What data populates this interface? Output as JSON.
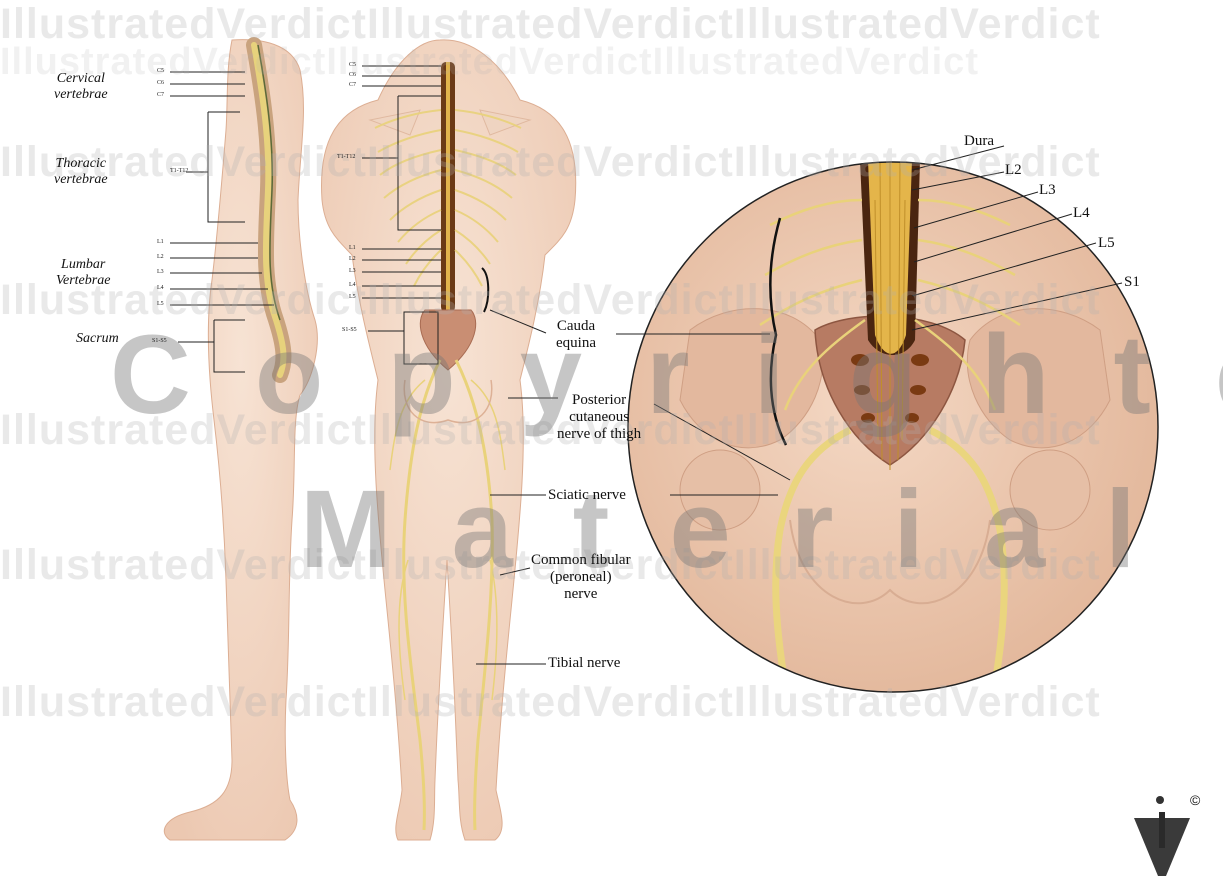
{
  "watermark": {
    "rows": [
      "IllustratedVerdictIllustratedVerdictIllustratedVerdict",
      "IllustratedVerdictIllustratedVerdictIllustratedVerdict",
      "IllustratedVerdictIllustratedVerdictIllustratedVerdict",
      "IllustratedVerdictIllustratedVerdictIllustratedVerdict",
      "IllustratedVerdictIllustratedVerdictIllustratedVerdict",
      "IllustratedVerdictIllustratedVerdictIllustratedVerdict",
      "IllustratedVerdictIllustratedVerdictIllustratedVerdict"
    ],
    "copyrighted": "Copyrighted",
    "material": "Material"
  },
  "side_view": {
    "cervical": "Cervical\nvertebrae",
    "thoracic": "Thoracic\nvertebrae",
    "lumbar": "Lumbar\nVertebrae",
    "sacrum": "Sacrum",
    "levels": {
      "c5": "C5",
      "c6": "C6",
      "c7": "C7",
      "t1t12": "T1-T12",
      "l1": "L1",
      "l2": "L2",
      "l3": "L3",
      "l4": "L4",
      "l5": "L5",
      "s1s5": "S1-S5"
    }
  },
  "back_view": {
    "levels": {
      "c5": "C5",
      "c6": "C6",
      "c7": "C7",
      "t1t12": "T1-T12",
      "l1": "L1",
      "l2": "L2",
      "l3": "L3",
      "l4": "L4",
      "l5": "L5",
      "s1s5": "S1-S5"
    },
    "cauda_equina": "Cauda\nequina",
    "posterior_cutaneous": "Posterior\ncutaneous\nnerve of thigh",
    "sciatic": "Sciatic nerve",
    "common_fibular": "Common fibular\n(peroneal)\nnerve",
    "tibial": "Tibial nerve"
  },
  "detail": {
    "dura": "Dura",
    "l2": "L2",
    "l3": "L3",
    "l4": "L4",
    "l5": "L5",
    "s1": "S1"
  },
  "logo": {
    "mark": "©"
  },
  "colors": {
    "skin": "#f3d9c6",
    "skin_shadow": "#e6bea4",
    "nerve": "#e9d27a",
    "nerve_dark": "#c8a94b",
    "spine": "#6b3a16",
    "sacrum": "#b77b63",
    "bone": "#dcb39d"
  }
}
